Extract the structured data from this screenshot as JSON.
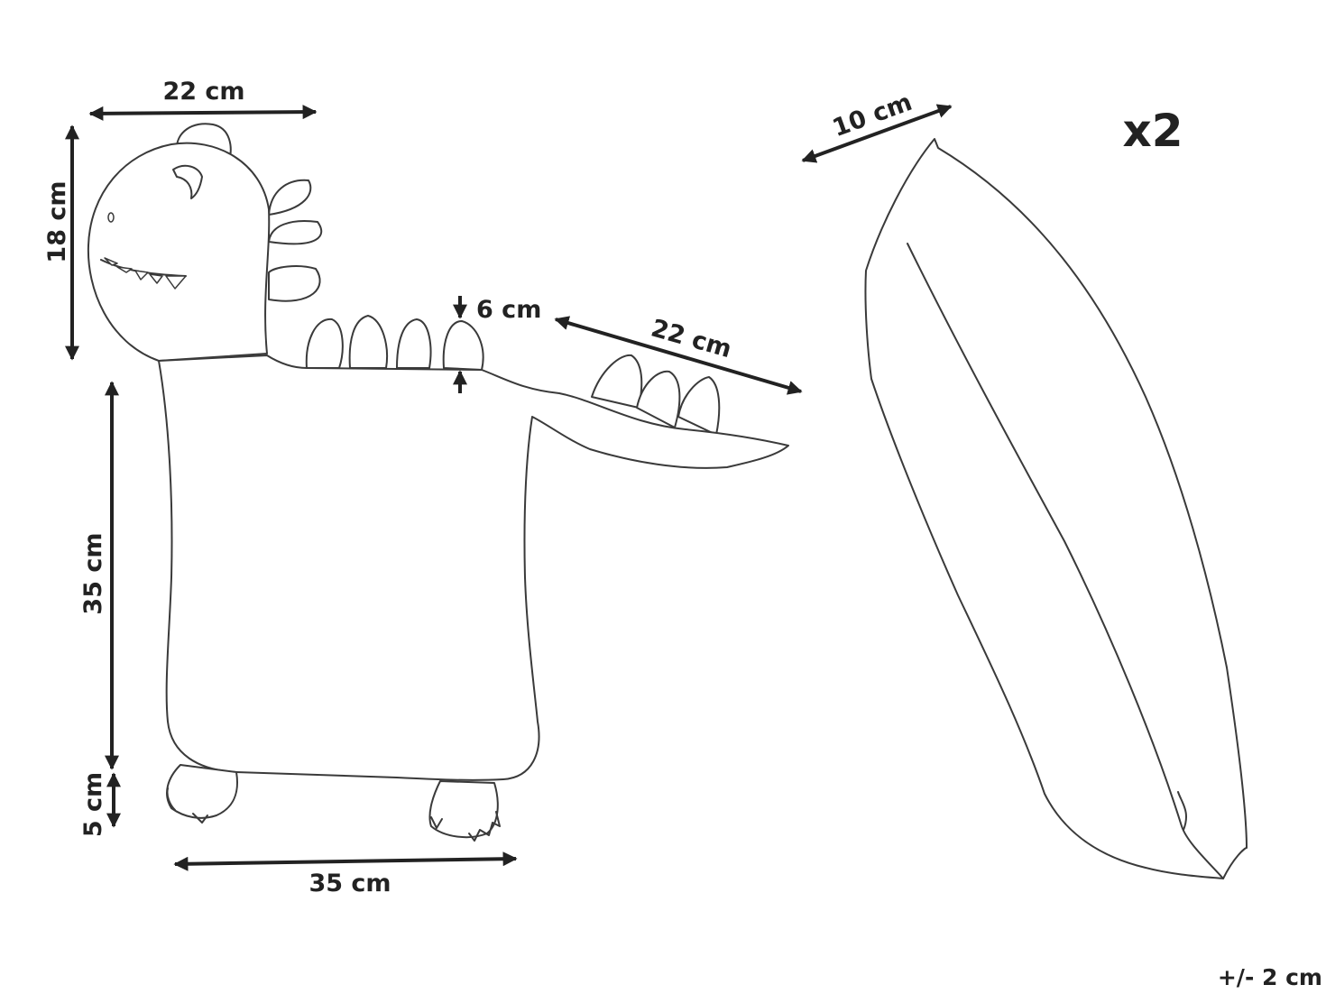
{
  "dimensions": {
    "head_width": "22 cm",
    "head_height": "18 cm",
    "body_height": "35 cm",
    "leg_height": "5 cm",
    "body_width": "35 cm",
    "spike_height": "6 cm",
    "tail_length": "22 cm",
    "cushion_depth": "10 cm"
  },
  "quantity": "x2",
  "tolerance": "+/- 2 cm",
  "colors": {
    "ink": "#222222",
    "outline": "#3a3a3a",
    "background": "#ffffff"
  }
}
